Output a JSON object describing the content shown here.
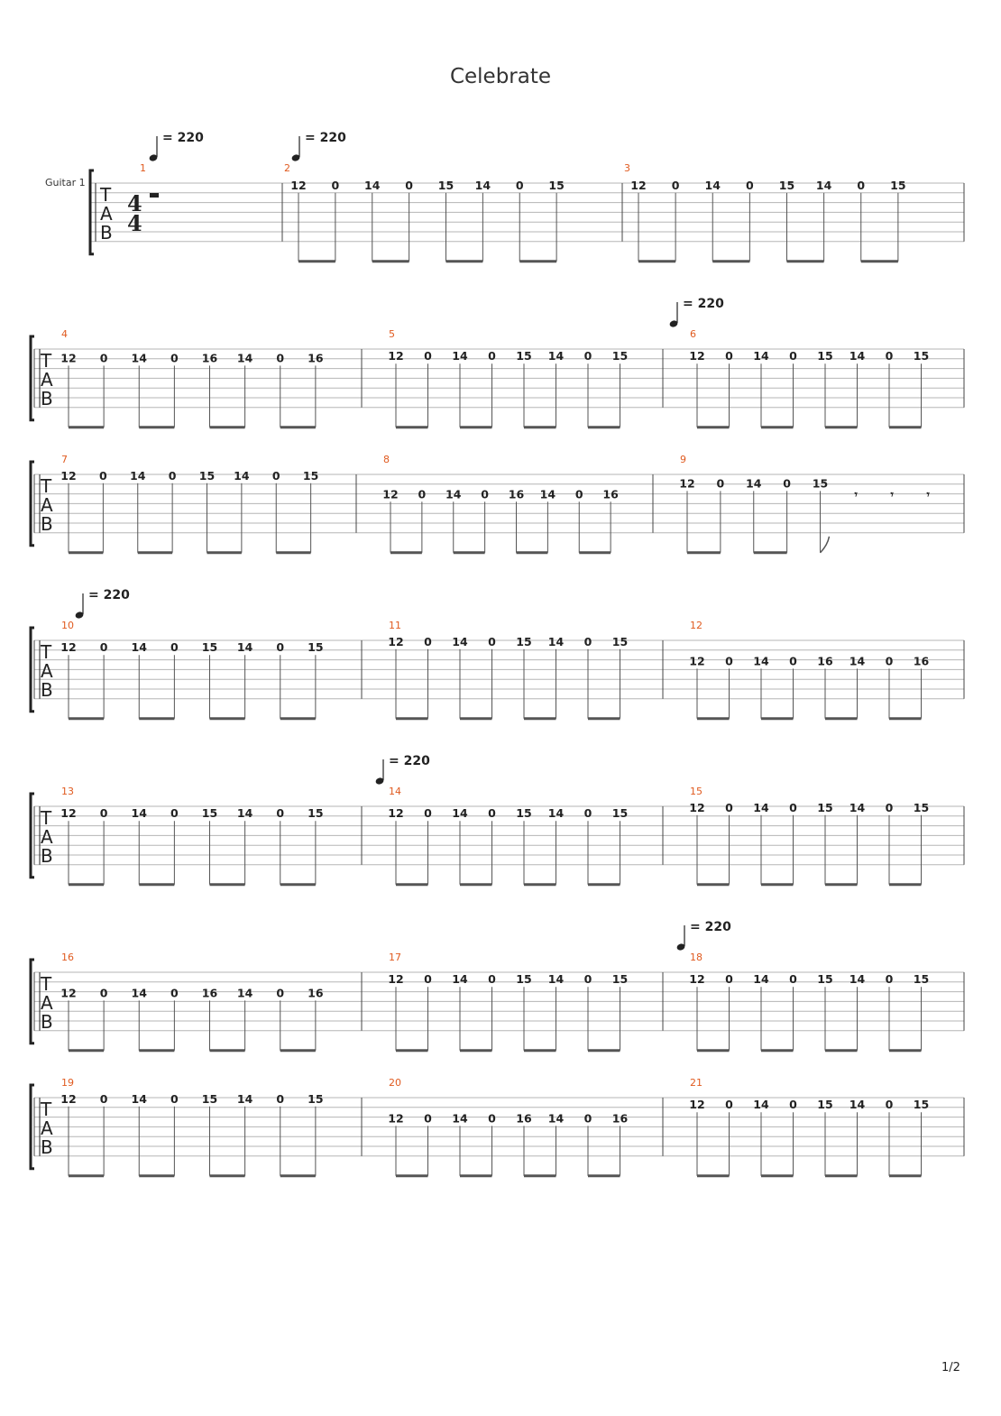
{
  "title": "Celebrate",
  "page_number": "1/2",
  "instrument": "Guitar 1",
  "tab_clef": [
    "T",
    "A",
    "B"
  ],
  "time_signature": [
    "4",
    "4"
  ],
  "tempo_label": "= 220",
  "measures": [
    {
      "n": "1",
      "rest": true,
      "tempo": true
    },
    {
      "n": "2",
      "frets": [
        "12",
        "0",
        "14",
        "0",
        "15",
        "14",
        "0",
        "15"
      ],
      "tempo": true
    },
    {
      "n": "3",
      "frets": [
        "12",
        "0",
        "14",
        "0",
        "15",
        "14",
        "0",
        "15"
      ]
    },
    {
      "n": "4",
      "frets": [
        "12",
        "0",
        "14",
        "0",
        "16",
        "14",
        "0",
        "16"
      ]
    },
    {
      "n": "5",
      "frets": [
        "12",
        "0",
        "14",
        "0",
        "15",
        "14",
        "0",
        "15"
      ]
    },
    {
      "n": "6",
      "frets": [
        "12",
        "0",
        "14",
        "0",
        "15",
        "14",
        "0",
        "15"
      ],
      "tempo": true
    },
    {
      "n": "7",
      "frets": [
        "12",
        "0",
        "14",
        "0",
        "15",
        "14",
        "0",
        "15"
      ]
    },
    {
      "n": "8",
      "frets": [
        "12",
        "0",
        "14",
        "0",
        "16",
        "14",
        "0",
        "16"
      ]
    },
    {
      "n": "9",
      "frets": [
        "12",
        "0",
        "14",
        "0",
        "15"
      ],
      "ending_rests": 3
    },
    {
      "n": "10",
      "frets": [
        "12",
        "0",
        "14",
        "0",
        "15",
        "14",
        "0",
        "15"
      ],
      "tempo": true
    },
    {
      "n": "11",
      "frets": [
        "12",
        "0",
        "14",
        "0",
        "15",
        "14",
        "0",
        "15"
      ]
    },
    {
      "n": "12",
      "frets": [
        "12",
        "0",
        "14",
        "0",
        "16",
        "14",
        "0",
        "16"
      ]
    },
    {
      "n": "13",
      "frets": [
        "12",
        "0",
        "14",
        "0",
        "15",
        "14",
        "0",
        "15"
      ]
    },
    {
      "n": "14",
      "frets": [
        "12",
        "0",
        "14",
        "0",
        "15",
        "14",
        "0",
        "15"
      ],
      "tempo": true
    },
    {
      "n": "15",
      "frets": [
        "12",
        "0",
        "14",
        "0",
        "15",
        "14",
        "0",
        "15"
      ]
    },
    {
      "n": "16",
      "frets": [
        "12",
        "0",
        "14",
        "0",
        "16",
        "14",
        "0",
        "16"
      ]
    },
    {
      "n": "17",
      "frets": [
        "12",
        "0",
        "14",
        "0",
        "15",
        "14",
        "0",
        "15"
      ]
    },
    {
      "n": "18",
      "frets": [
        "12",
        "0",
        "14",
        "0",
        "15",
        "14",
        "0",
        "15"
      ],
      "tempo": true
    },
    {
      "n": "19",
      "frets": [
        "12",
        "0",
        "14",
        "0",
        "15",
        "14",
        "0",
        "15"
      ]
    },
    {
      "n": "20",
      "frets": [
        "12",
        "0",
        "14",
        "0",
        "16",
        "14",
        "0",
        "16"
      ]
    },
    {
      "n": "21",
      "frets": [
        "12",
        "0",
        "14",
        "0",
        "15",
        "14",
        "0",
        "15"
      ]
    }
  ]
}
